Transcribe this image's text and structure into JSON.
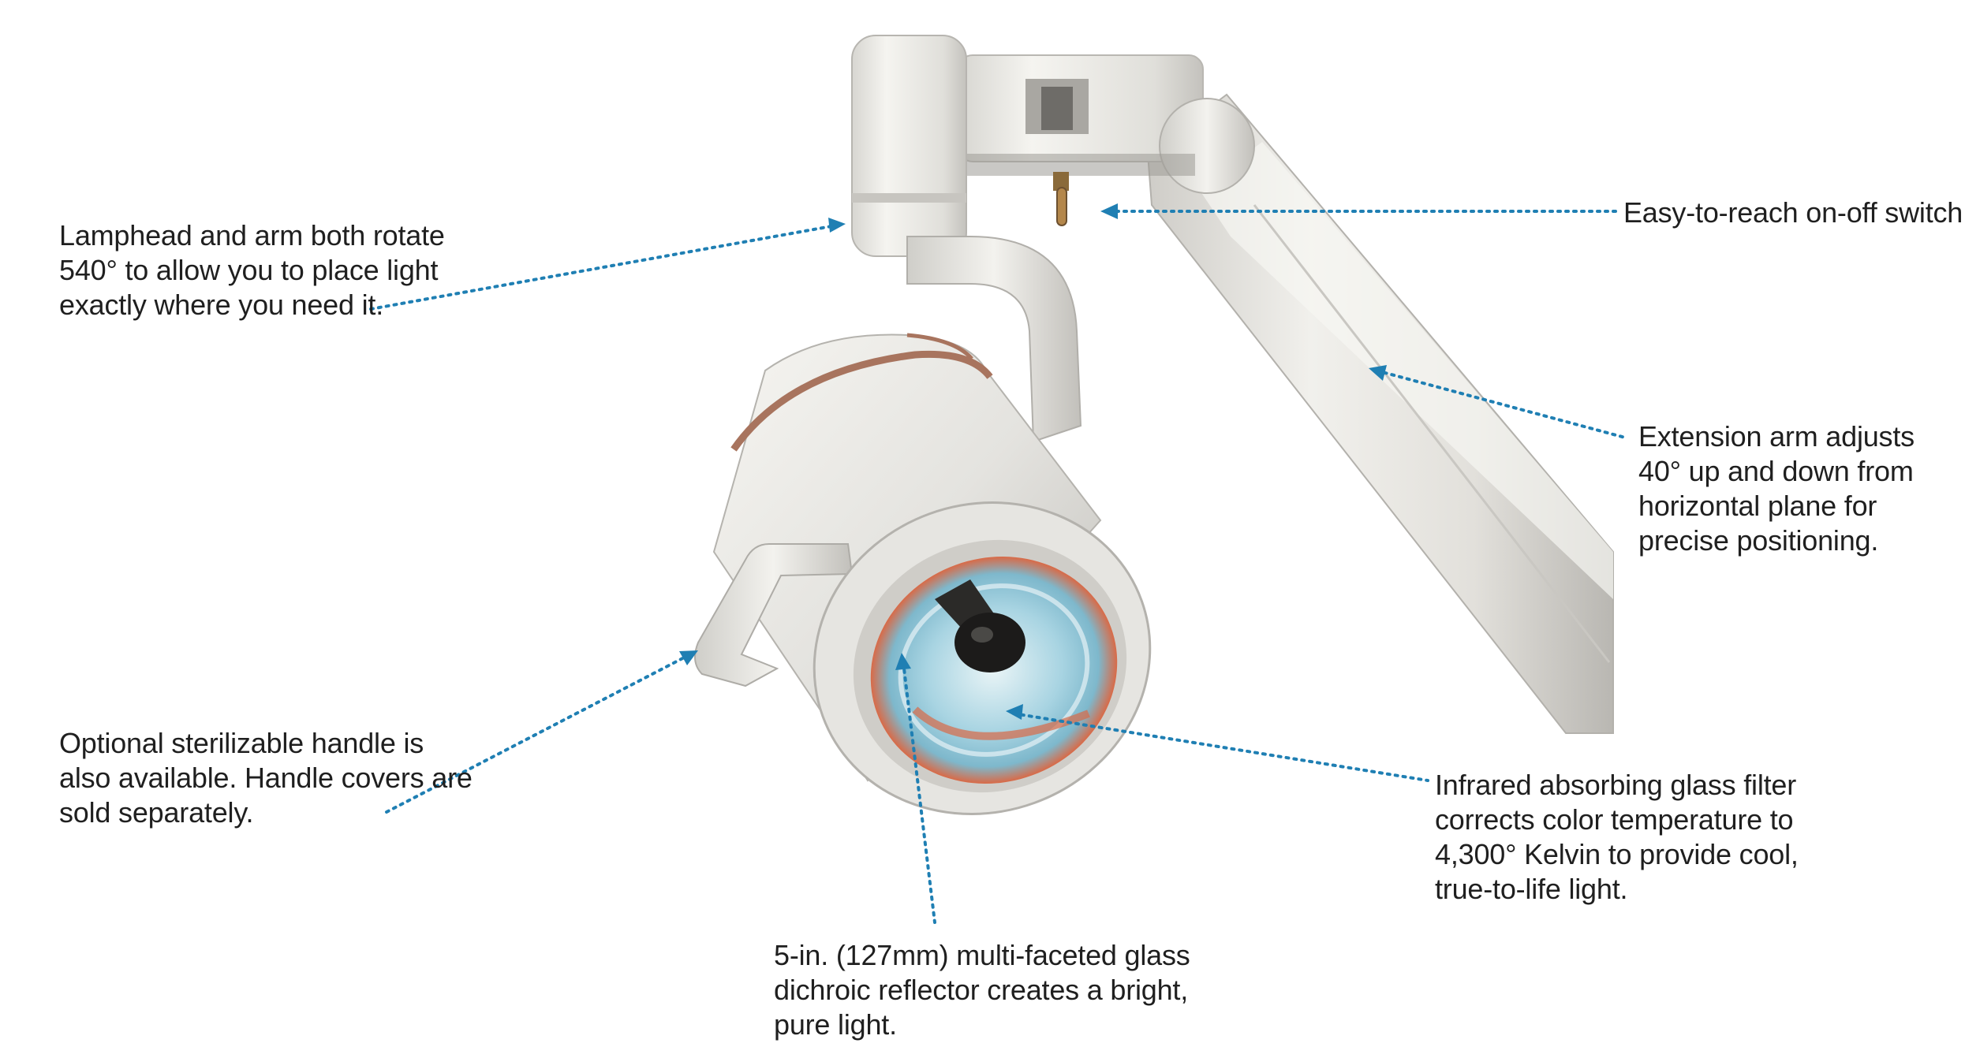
{
  "colors": {
    "background": "#ffffff",
    "leader_line": "#1f7fb3",
    "text": "#1f1f1f",
    "lamp_body": "#e4e3df",
    "lamp_trim": "#a8745e",
    "reflector_glass": "#a8d4e2",
    "reflector_glow": "#d96a47"
  },
  "callouts": {
    "rotate": {
      "lines": [
        "Lamphead and arm both rotate",
        "540° to allow you to place light",
        "exactly where you need it."
      ]
    },
    "switch": {
      "lines": [
        "Easy-to-reach on-off switch."
      ]
    },
    "arm": {
      "lines": [
        "Extension arm adjusts",
        "40° up and down from",
        "horizontal plane for",
        "precise positioning."
      ]
    },
    "handle": {
      "lines": [
        "Optional sterilizable handle is",
        "also available. Handle covers are",
        "sold separately."
      ]
    },
    "filter": {
      "lines": [
        "Infrared absorbing glass filter",
        "corrects color temperature to",
        "4,300° Kelvin to provide cool,",
        "true-to-life light."
      ]
    },
    "reflector": {
      "lines": [
        "5-in. (127mm) multi-faceted glass",
        "dichroic reflector creates a bright,",
        "pure light."
      ]
    }
  }
}
